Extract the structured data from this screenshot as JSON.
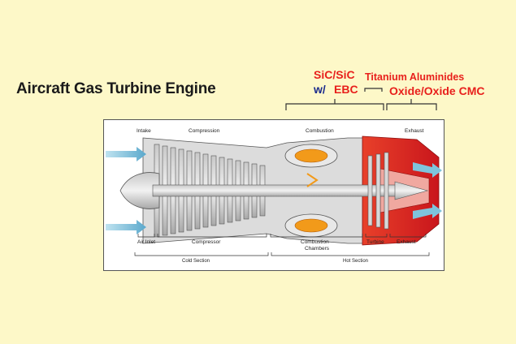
{
  "title": "Aircraft Gas Turbine Engine",
  "materials": {
    "sic_sic": "SiC/SiC",
    "with_prefix": "w/",
    "ebc": "EBC",
    "titanium": "Titanium Aluminides",
    "oxide": "Oxide/Oxide CMC"
  },
  "engine_labels": {
    "intake": "Intake",
    "compression": "Compression",
    "combustion": "Combustion",
    "exhaust": "Exhaust"
  },
  "component_labels": {
    "air_inlet": "Air Inlet",
    "compressor": "Compressor",
    "combustion_chambers_line1": "Combustion",
    "combustion_chambers_line2": "Chambers",
    "turbine": "Turbine",
    "exhaust": "Exhaust"
  },
  "section_labels": {
    "cold": "Cold Section",
    "hot": "Hot Section"
  },
  "colors": {
    "background": "#fdf8c8",
    "material_red": "#e8201c",
    "material_blue": "#1a2a8c",
    "hot_red": "#e0262a",
    "airflow_blue": "#6fb8d8",
    "flame_orange": "#f29a1a"
  }
}
